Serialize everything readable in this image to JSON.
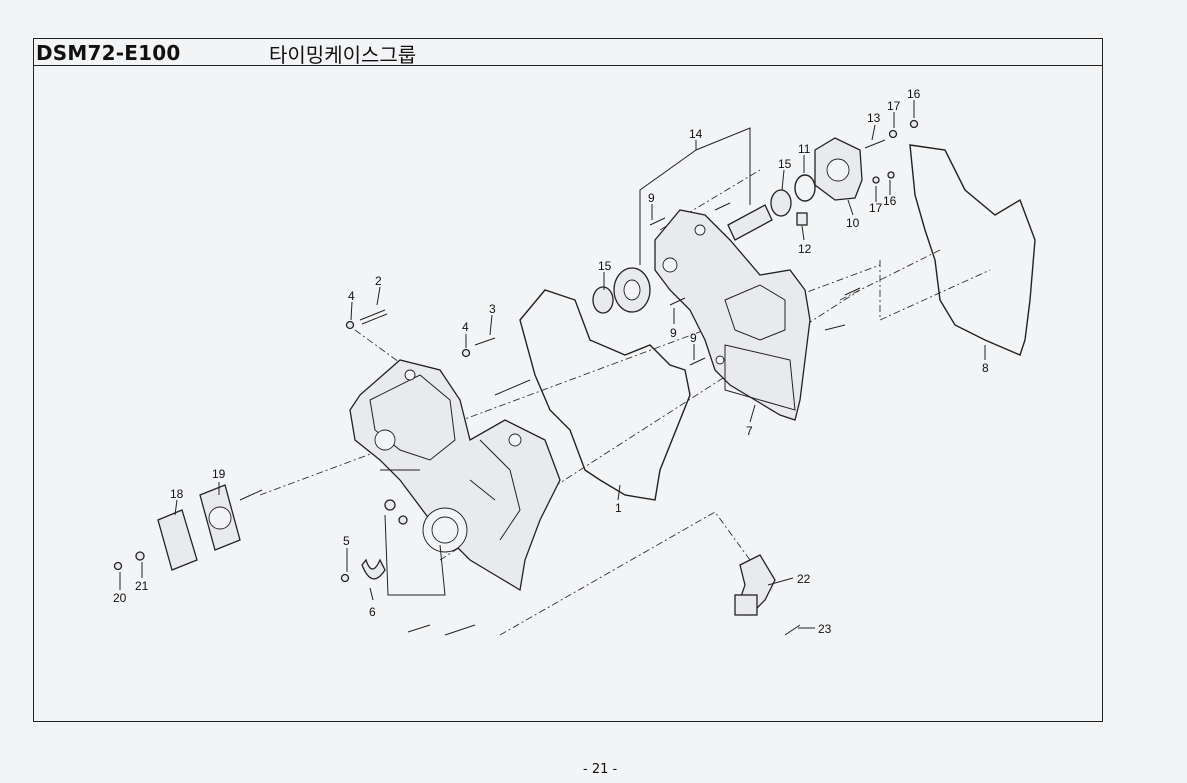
{
  "header": {
    "code": "DSM72-E100",
    "title": "타이밍케이스그룹"
  },
  "page_number": "- 21 -",
  "callouts": [
    "1",
    "2",
    "3",
    "4",
    "4",
    "5",
    "6",
    "7",
    "8",
    "9",
    "9",
    "9",
    "10",
    "11",
    "12",
    "13",
    "14",
    "15",
    "15",
    "16",
    "16",
    "17",
    "17",
    "18",
    "19",
    "20",
    "21",
    "22",
    "23"
  ]
}
